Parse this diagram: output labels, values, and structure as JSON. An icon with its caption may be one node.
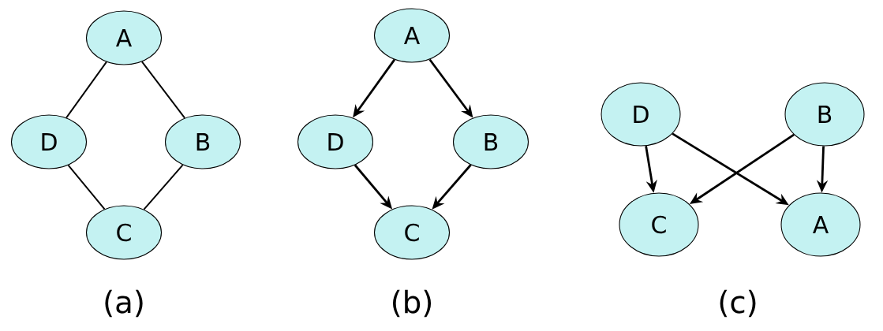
{
  "diagram": {
    "nodes": [
      {
        "text": [
          "A"
        ]
      },
      {
        "text": [
          "D"
        ]
      },
      {
        "text": [
          "B"
        ]
      },
      {
        "text": [
          "C"
        ]
      },
      {
        "text": [
          "A"
        ]
      },
      {
        "text": [
          "D"
        ]
      },
      {
        "text": [
          "B"
        ]
      },
      {
        "text": [
          "C"
        ]
      },
      {
        "text": [
          "D"
        ]
      },
      {
        "text": [
          "B"
        ]
      },
      {
        "text": [
          "C"
        ]
      },
      {
        "text": [
          "A"
        ]
      }
    ],
    "edges": [
      {
        "from": 0,
        "to": 1,
        "arrow": "none"
      },
      {
        "from": 0,
        "to": 2,
        "arrow": "none"
      },
      {
        "from": 1,
        "to": 3,
        "arrow": "none"
      },
      {
        "from": 2,
        "to": 3,
        "arrow": "none"
      },
      {
        "from": 4,
        "to": 5,
        "arrow": "to"
      },
      {
        "from": 4,
        "to": 6,
        "arrow": "to"
      },
      {
        "from": 5,
        "to": 7,
        "arrow": "to"
      },
      {
        "from": 6,
        "to": 7,
        "arrow": "to"
      },
      {
        "from": 8,
        "to": 10,
        "arrow": "to"
      },
      {
        "from": 8,
        "to": 11,
        "arrow": "to"
      },
      {
        "from": 9,
        "to": 10,
        "arrow": "to"
      },
      {
        "from": 9,
        "to": 11,
        "arrow": "to"
      }
    ],
    "labels": [
      "(a)",
      "(b)",
      "(c)"
    ]
  }
}
